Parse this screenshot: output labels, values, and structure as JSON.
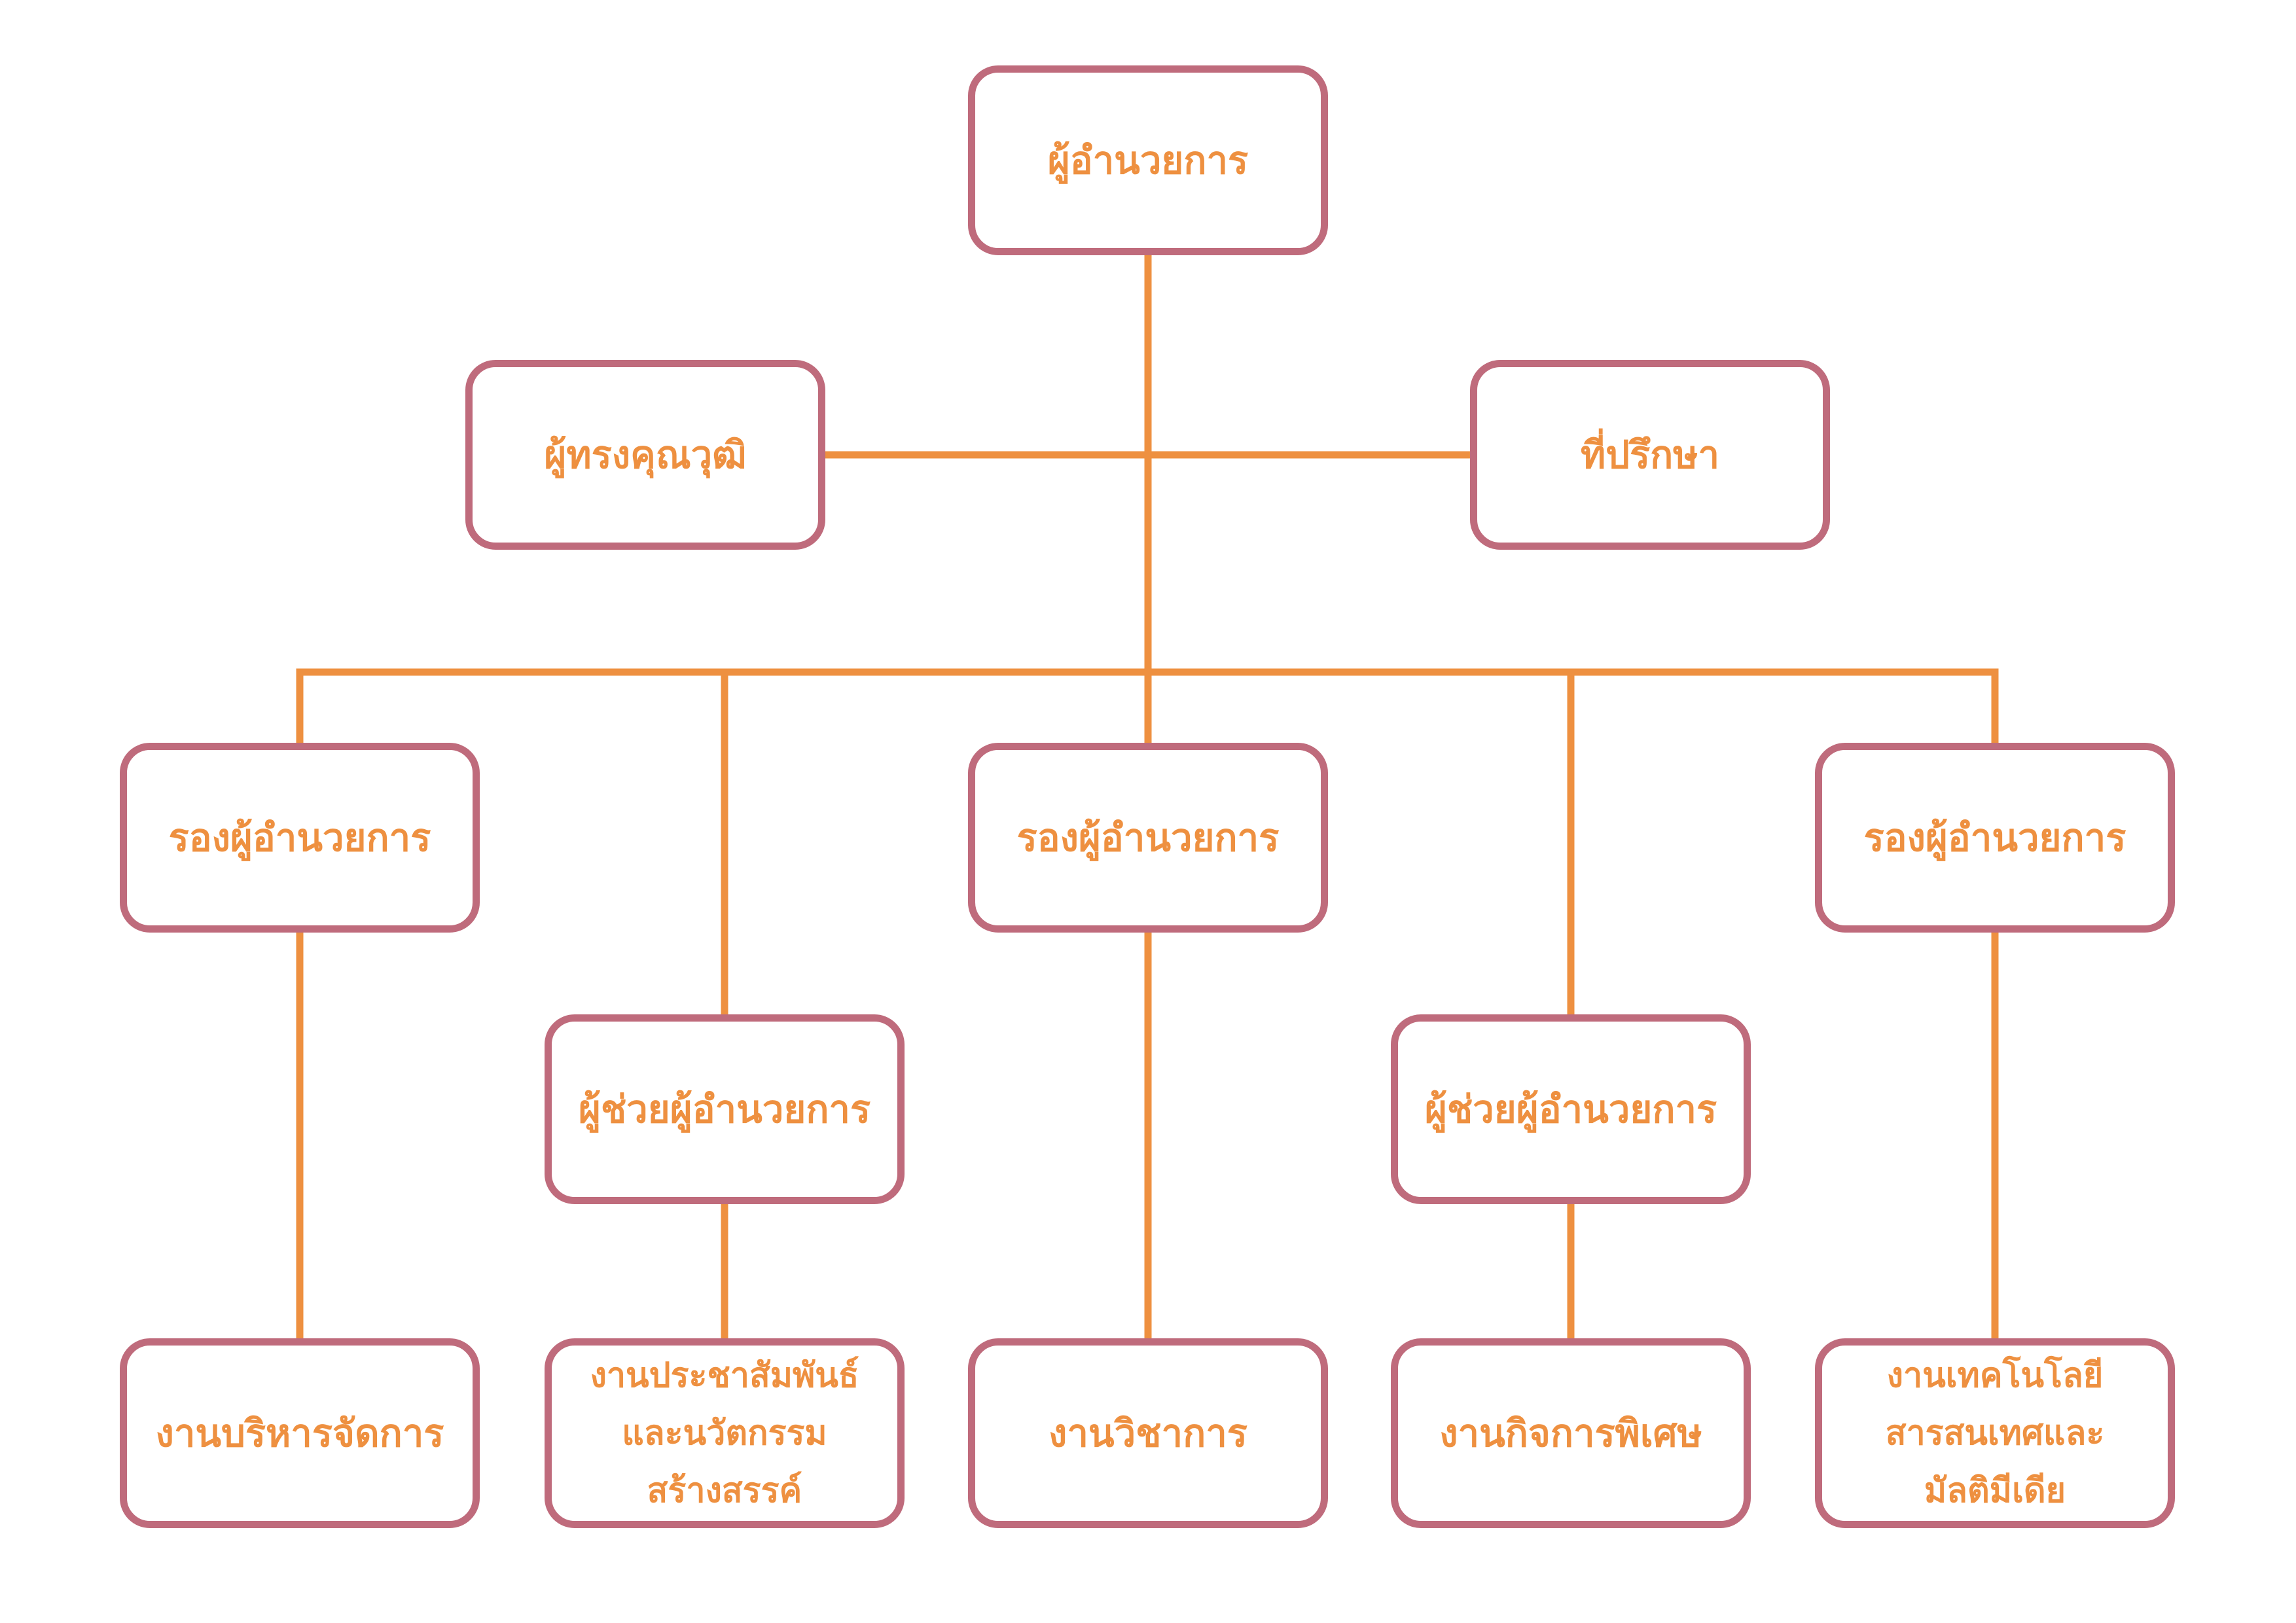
{
  "colors": {
    "box_border": "#bf6b7c",
    "text": "#ee9040",
    "connector": "#ee9040",
    "background": "#ffffff"
  },
  "org_chart": {
    "director": {
      "label": "ผู้อำนวยการ"
    },
    "expert": {
      "label": "ผู้ทรงคุณวุฒิ"
    },
    "advisor": {
      "label": "ที่ปรึกษา"
    },
    "deputy_1": {
      "label": "รองผู้อำนวยการ"
    },
    "deputy_2": {
      "label": "รองผู้อำนวยการ"
    },
    "deputy_3": {
      "label": "รองผู้อำนวยการ"
    },
    "assistant_1": {
      "label": "ผู้ช่วยผู้อำนวยการ"
    },
    "assistant_2": {
      "label": "ผู้ช่วยผู้อำนวยการ"
    },
    "dept_admin": {
      "label": "งานบริหารจัดการ"
    },
    "dept_pr": {
      "lines": [
        "งานประชาสัมพันธ์",
        "และนวัตกรรม",
        "สร้างสรรค์"
      ]
    },
    "dept_academic": {
      "label": "งานวิชาการ"
    },
    "dept_special": {
      "label": "งานกิจการพิเศษ"
    },
    "dept_it": {
      "lines": [
        "งานเทคโนโลยี",
        "สารสนเทศและ",
        "มัลติมีเดีย"
      ]
    }
  }
}
